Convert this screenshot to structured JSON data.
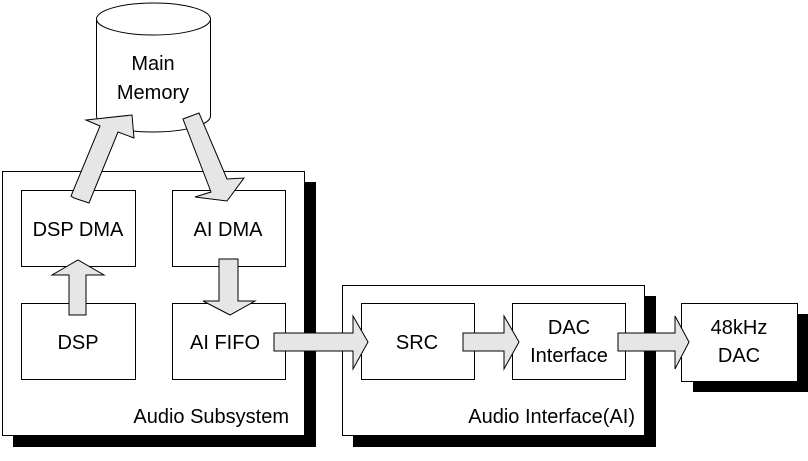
{
  "diagram": {
    "memory": {
      "line1": "Main",
      "line2": "Memory"
    },
    "audio_subsystem": {
      "label": "Audio Subsystem",
      "blocks": {
        "dsp_dma": "DSP DMA",
        "ai_dma": "AI DMA",
        "dsp": "DSP",
        "ai_fifo": "AI FIFO"
      }
    },
    "audio_interface": {
      "label": "Audio Interface(AI)",
      "blocks": {
        "src": "SRC",
        "dac_if_line1": "DAC",
        "dac_if_line2": "Interface"
      }
    },
    "dac": {
      "line1": "48kHz",
      "line2": "DAC"
    },
    "colors": {
      "arrow_fill": "#e6e6e6",
      "shadow": "#000000",
      "box_fill": "#ffffff"
    },
    "flows": [
      {
        "from": "DSP",
        "to": "DSP DMA"
      },
      {
        "from": "DSP DMA",
        "to": "Main Memory"
      },
      {
        "from": "Main Memory",
        "to": "AI DMA"
      },
      {
        "from": "AI DMA",
        "to": "AI FIFO"
      },
      {
        "from": "AI FIFO",
        "to": "SRC"
      },
      {
        "from": "SRC",
        "to": "DAC Interface"
      },
      {
        "from": "DAC Interface",
        "to": "48kHz DAC"
      }
    ]
  }
}
